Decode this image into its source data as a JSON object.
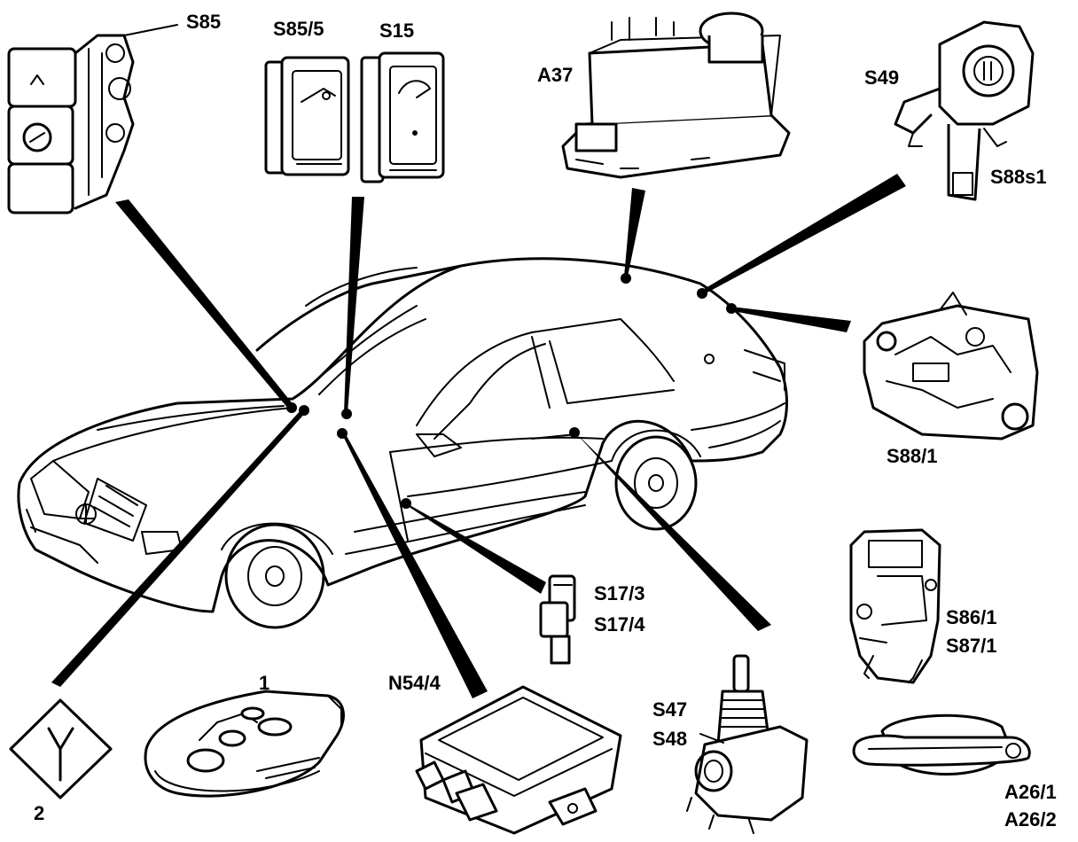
{
  "labels": {
    "s85": "S85",
    "s85_5": "S85/5",
    "s15": "S15",
    "a37": "A37",
    "s49": "S49",
    "s88s1": "S88s1",
    "s88_1": "S88/1",
    "s86_1": "S86/1",
    "s87_1": "S87/1",
    "s17_3": "S17/3",
    "s17_4": "S17/4",
    "n54_4": "N54/4",
    "key": "1",
    "antenna": "2",
    "s47": "S47",
    "s48": "S48",
    "a26_1": "A26/1",
    "a26_2": "A26/2"
  }
}
